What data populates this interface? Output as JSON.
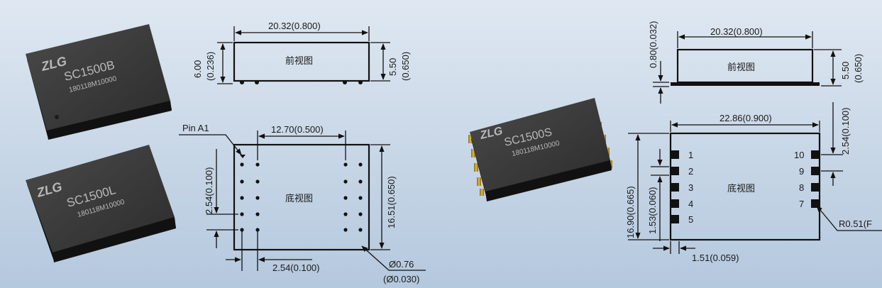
{
  "chips": {
    "sc1500b": {
      "name": "SC1500B",
      "code": "180118M10000",
      "logo": "ZLG"
    },
    "sc1500l": {
      "name": "SC1500L",
      "code": "180118M10000",
      "logo": "ZLG"
    },
    "sc1500s": {
      "name": "SC1500S",
      "code": "180118M10000",
      "logo": "ZLG"
    }
  },
  "left_front": {
    "width": "20.32(0.800)",
    "height_a1": "6.00",
    "height_a2": "(0.236)",
    "height_b1": "5.50",
    "height_b2": "(0.650)",
    "label": "前视图"
  },
  "left_bottom": {
    "pin_a1": "Pin A1",
    "top_pitch": "12.70(0.500)",
    "left_dim": "2.54(0.100)",
    "right_dim": "16.51(0.650)",
    "label": "底视图",
    "bottom_pitch": "2.54(0.100)",
    "dia1": "Ø0.76",
    "dia2": "(Ø0.030)"
  },
  "right_front": {
    "top_dim": "20.32(0.800)",
    "left_dim": "0.80(0.032)",
    "right_dim1": "5.50",
    "right_dim2": "(0.650)",
    "label": "前视图"
  },
  "right_bottom": {
    "top_dim": "22.86(0.900)",
    "right_dim": "2.54(0.100)",
    "height_dim": "16.90(0.665)",
    "pad_dim": "1.53(0.060)",
    "bottom_dim": "1.51(0.059)",
    "radius": "R0.51(F",
    "label": "底视图",
    "pins_left": [
      "1",
      "2",
      "3",
      "4",
      "5"
    ],
    "pins_right": [
      "10",
      "9",
      "8",
      "7"
    ]
  }
}
